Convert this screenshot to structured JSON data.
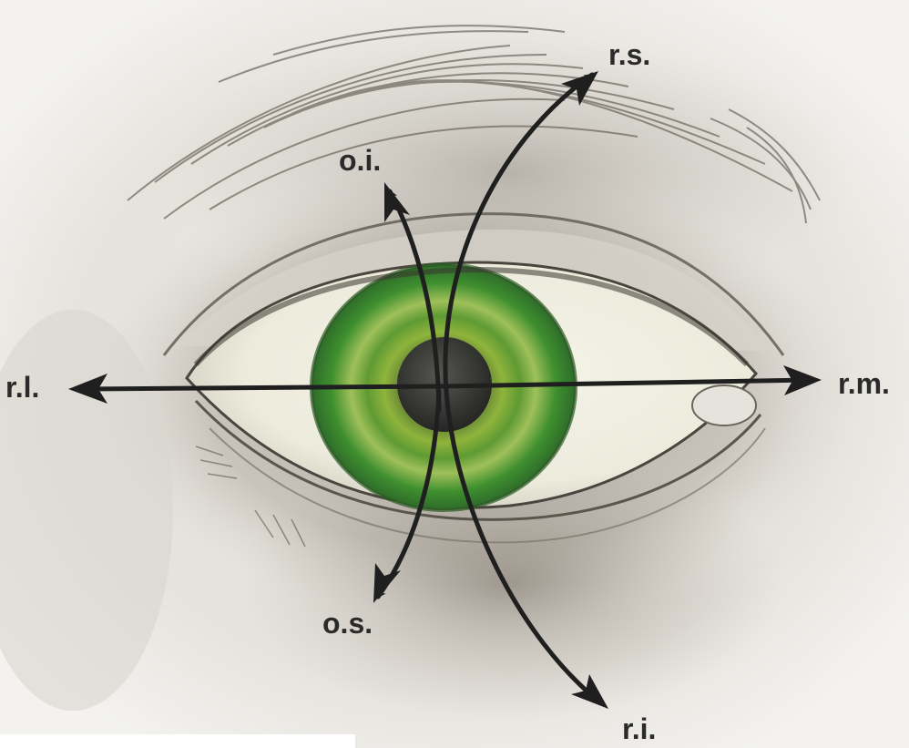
{
  "labels": {
    "superior_rectus": "r.s.",
    "inferior_oblique": "o.i.",
    "lateral_rectus": "r.l.",
    "medial_rectus": "r.m.",
    "superior_oblique": "o.s.",
    "inferior_rectus": "r.i."
  },
  "colors": {
    "background": "#efedea",
    "skin_shadow": "#8f877c",
    "sclera": "#f1f1e4",
    "iris_outer": "#3f8f2f",
    "iris_mid": "#8fb43c",
    "pupil": "#2f302e",
    "arrow": "#1f1f1f",
    "label_text": "#2a2a2a"
  }
}
